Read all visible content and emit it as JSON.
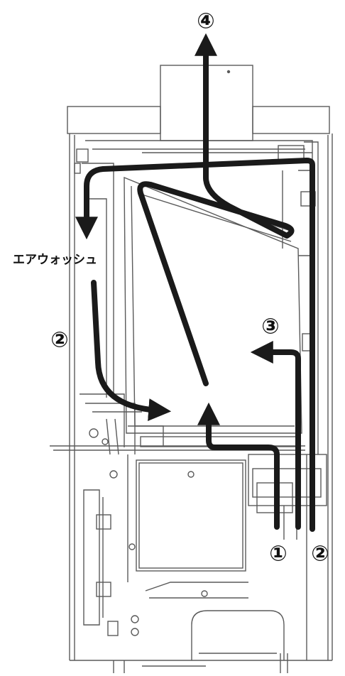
{
  "labels": {
    "air_wash": "エアウォッシュ",
    "marker_1": "①",
    "marker_2_left": "②",
    "marker_2_right": "②",
    "marker_3": "③",
    "marker_4": "④"
  },
  "colors": {
    "line": "#5a5a5a",
    "flow_arrow": "#1a1a1a",
    "background": "#ffffff"
  }
}
